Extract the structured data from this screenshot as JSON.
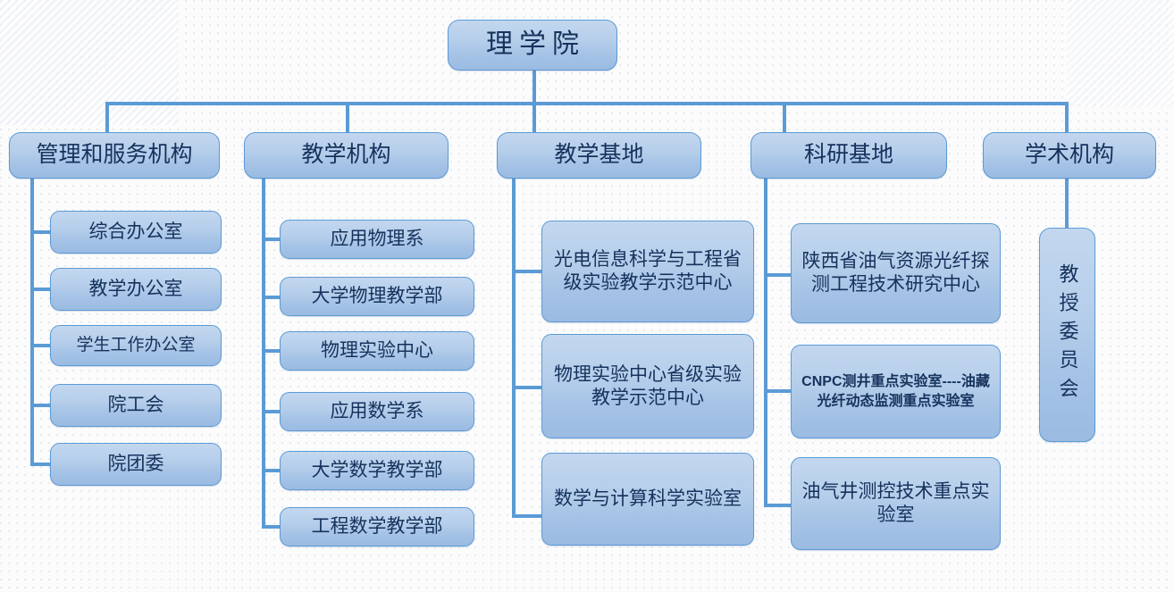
{
  "diagram": {
    "type": "organizational-chart",
    "title": "理学院",
    "root": {
      "label": "理学院"
    },
    "branches": [
      {
        "label": "管理和服务机构",
        "children": [
          {
            "label": "综合办公室"
          },
          {
            "label": "教学办公室"
          },
          {
            "label": "学生工作办公室"
          },
          {
            "label": "院工会"
          },
          {
            "label": "院团委"
          }
        ]
      },
      {
        "label": "教学机构",
        "children": [
          {
            "label": "应用物理系"
          },
          {
            "label": "大学物理教学部"
          },
          {
            "label": "物理实验中心"
          },
          {
            "label": "应用数学系"
          },
          {
            "label": "大学数学教学部"
          },
          {
            "label": "工程数学教学部"
          }
        ]
      },
      {
        "label": "教学基地",
        "children": [
          {
            "label": "光电信息科学与工程省级实验教学示范中心"
          },
          {
            "label": "物理实验中心省级实验教学示范中心"
          },
          {
            "label": "数学与计算科学实验室"
          }
        ]
      },
      {
        "label": "科研基地",
        "children": [
          {
            "label": "陕西省油气资源光纤探测工程技术研究中心"
          },
          {
            "label": "CNPC测井重点实验室----油藏光纤动态监测重点实验室"
          },
          {
            "label": "油气井测控技术重点实验室"
          }
        ]
      },
      {
        "label": "学术机构",
        "children": [
          {
            "label": "教授委员会"
          }
        ]
      }
    ],
    "colors": {
      "node_fill_top": "#c3d7ef",
      "node_fill_bottom": "#9bbbe2",
      "node_border": "#5b9bd5",
      "connector": "#5b9bd5",
      "text": "#15325c",
      "background": "#fcfcfd"
    }
  }
}
